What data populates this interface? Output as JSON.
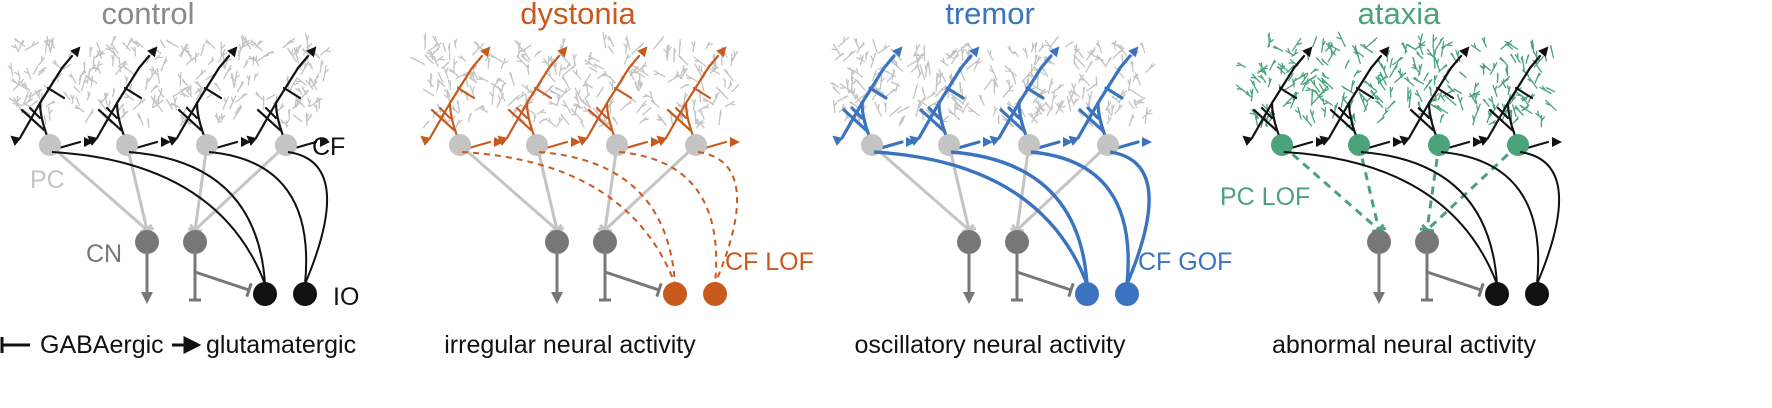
{
  "colors": {
    "control": "#8a8a8a",
    "dystonia": "#c85a1e",
    "tremor": "#3a74c0",
    "ataxia": "#4aa37a",
    "gray_light": "#c4c4c4",
    "gray_mid": "#777777",
    "black": "#111111"
  },
  "panels": [
    {
      "key": "control",
      "title": "control",
      "caption": "",
      "pc_label": "PC",
      "cn_label": "CN",
      "cf_label": "CF",
      "io_label": "IO",
      "pc_lof_label": "",
      "cf_change_label": ""
    },
    {
      "key": "dystonia",
      "title": "dystonia",
      "caption": "irregular neural activity",
      "cf_change_label": "CF LOF"
    },
    {
      "key": "tremor",
      "title": "tremor",
      "caption": "oscillatory neural activity",
      "cf_change_label": "CF GOF"
    },
    {
      "key": "ataxia",
      "title": "ataxia",
      "caption": "abnormal neural activity",
      "pc_lof_label": "PC LOF"
    }
  ],
  "legend": {
    "gaba_label": "GABAergic",
    "glut_label": "glutamatergic"
  }
}
